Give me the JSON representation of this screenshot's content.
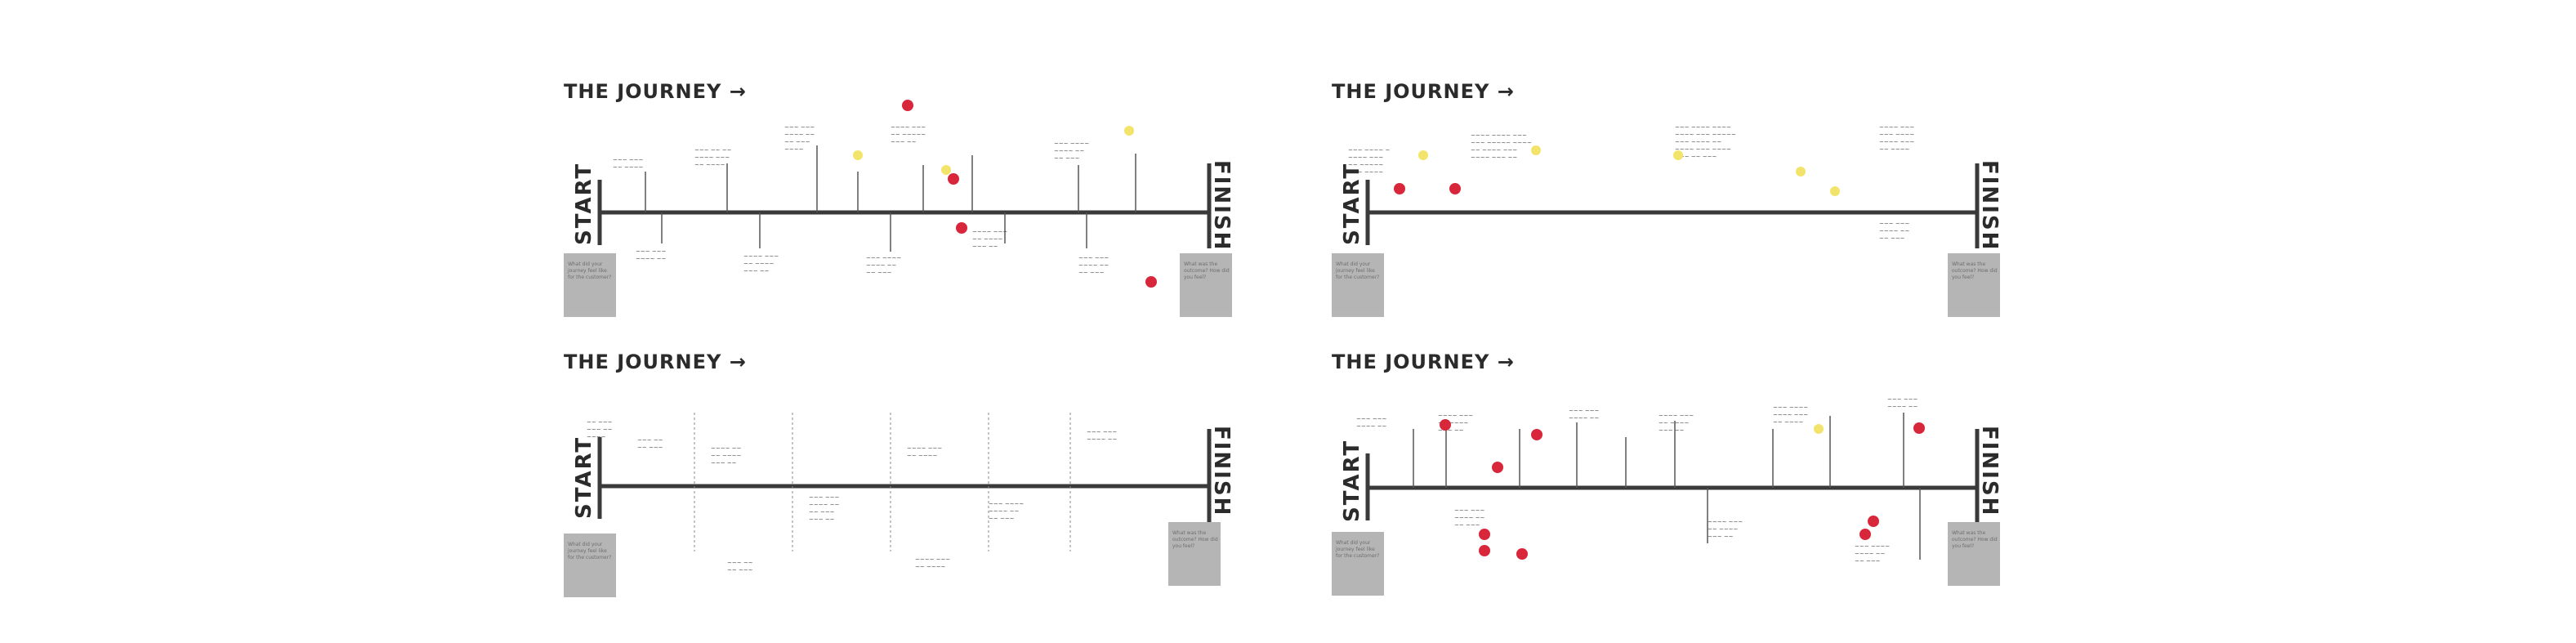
{
  "boards": [
    {
      "title": "THE JOURNEY",
      "start": "START",
      "finish": "FINISH",
      "box_note": "What did your journey feel like for the customer?",
      "box_note_end": "What was the outcome? How did you feel?"
    },
    {
      "title": "THE JOURNEY",
      "start": "START",
      "finish": "FINISH",
      "box_note": "What did your journey feel like for the customer?",
      "box_note_end": "What was the outcome? How did you feel?"
    },
    {
      "title": "THE JOURNEY",
      "start": "START",
      "finish": "FINISH",
      "box_note": "What did your journey feel like for the customer?",
      "box_note_end": "What was the outcome? How did you feel?"
    },
    {
      "title": "THE JOURNEY",
      "start": "START",
      "finish": "FINISH",
      "box_note": "What did your journey feel like for the customer?",
      "box_note_end": "What was the outcome? How did you feel?"
    }
  ],
  "colors": {
    "red_dot": "#d8263a",
    "yellow_dot": "#f2e46b",
    "line": "#3a3a3a",
    "box": "#a9a9a9"
  }
}
